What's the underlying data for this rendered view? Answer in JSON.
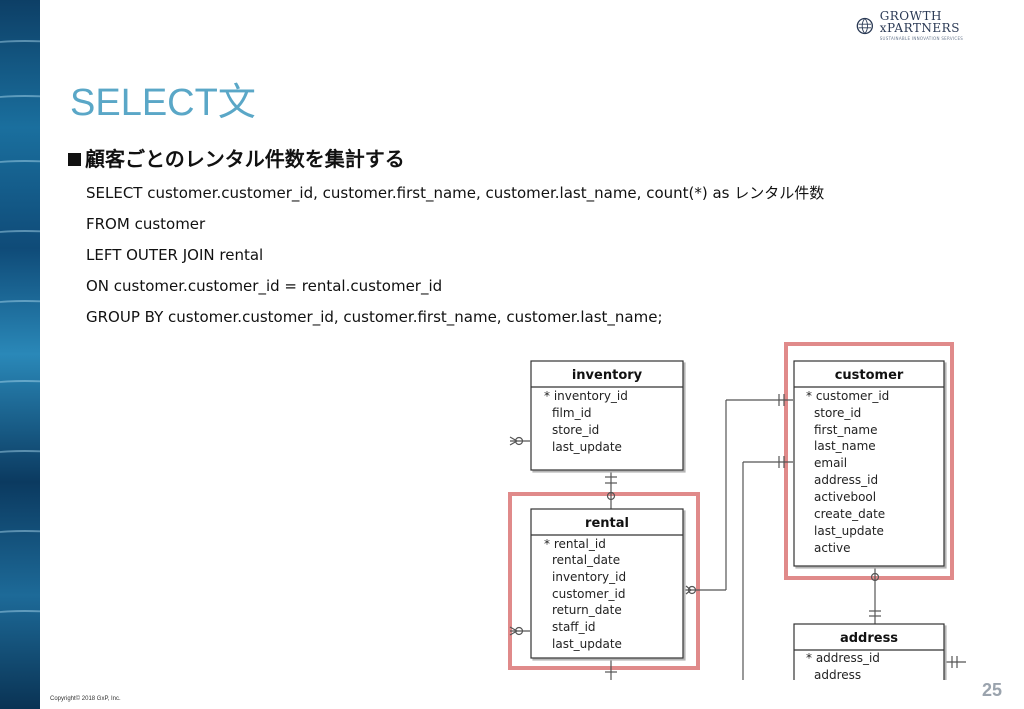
{
  "logo": {
    "name": "GROWTH xPARTNERS",
    "tagline": "SUSTAINABLE INNOVATION SERVICES"
  },
  "slide": {
    "title": "SELECT文",
    "subtitle": "顧客ごとのレンタル件数を集計する",
    "sql_lines": [
      "SELECT customer.customer_id, customer.first_name, customer.last_name, count(*) as レンタル件数",
      "FROM customer",
      "LEFT OUTER JOIN rental",
      "ON customer.customer_id = rental.customer_id",
      "GROUP BY customer.customer_id, customer.first_name, customer.last_name;"
    ],
    "copyright": "Copyright© 2018 GxP, Inc.",
    "page_number": "25"
  },
  "diagram": {
    "highlight_color": "#e08a8a",
    "tables": {
      "inventory": {
        "name": "inventory",
        "fields": [
          "* inventory_id",
          "film_id",
          "store_id",
          "last_update"
        ]
      },
      "rental": {
        "name": "rental",
        "fields": [
          "* rental_id",
          "rental_date",
          "inventory_id",
          "customer_id",
          "return_date",
          "staff_id",
          "last_update"
        ]
      },
      "customer": {
        "name": "customer",
        "fields": [
          "* customer_id",
          "store_id",
          "first_name",
          "last_name",
          "email",
          "address_id",
          "activebool",
          "create_date",
          "last_update",
          "active"
        ]
      },
      "address": {
        "name": "address",
        "fields": [
          "* address_id",
          "address"
        ]
      }
    }
  }
}
